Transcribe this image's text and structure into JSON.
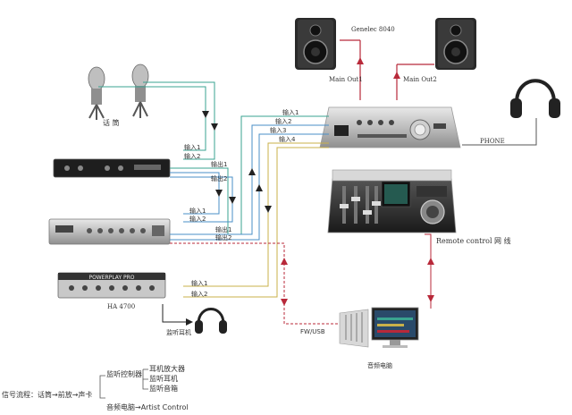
{
  "colors": {
    "teal": "#3aa390",
    "blue": "#4a8fc7",
    "olive": "#c9b04a",
    "red": "#b8293a",
    "dark": "#222222",
    "gray": "#555555"
  },
  "labels": {
    "speakers": "Genelec 8040",
    "main_out1": "Main Out1",
    "main_out2": "Main Out2",
    "phone": "PHONE",
    "remote": "Remote control 网 线",
    "mics": "话 筒",
    "ha4700": "HA 4700",
    "headphone_amp_out": "监听耳机",
    "computer": "音频电脑",
    "fw": "FW/USB",
    "in1_a": "输入1",
    "in2_a": "输入2",
    "out1_a": "输出1",
    "out2_a": "输出2",
    "in1_b": "输入1",
    "in2_b": "输入2",
    "out1_b": "输出1",
    "out2_b": "输出2",
    "in1_c": "输入1",
    "in2_c": "输入2",
    "mon_in1": "输入1",
    "mon_in2": "输入2",
    "mon_in3": "输入3",
    "mon_in4": "输入4"
  },
  "legend": {
    "signal_path": "信号流程：话筒→前放→声卡",
    "monitor_ctrl": "监听控制器",
    "headphone_amp": "耳机放大器",
    "monitor_hp": "监听耳机",
    "monitor_spk": "监听音箱",
    "daw": "音频电脑→Artist Control"
  }
}
